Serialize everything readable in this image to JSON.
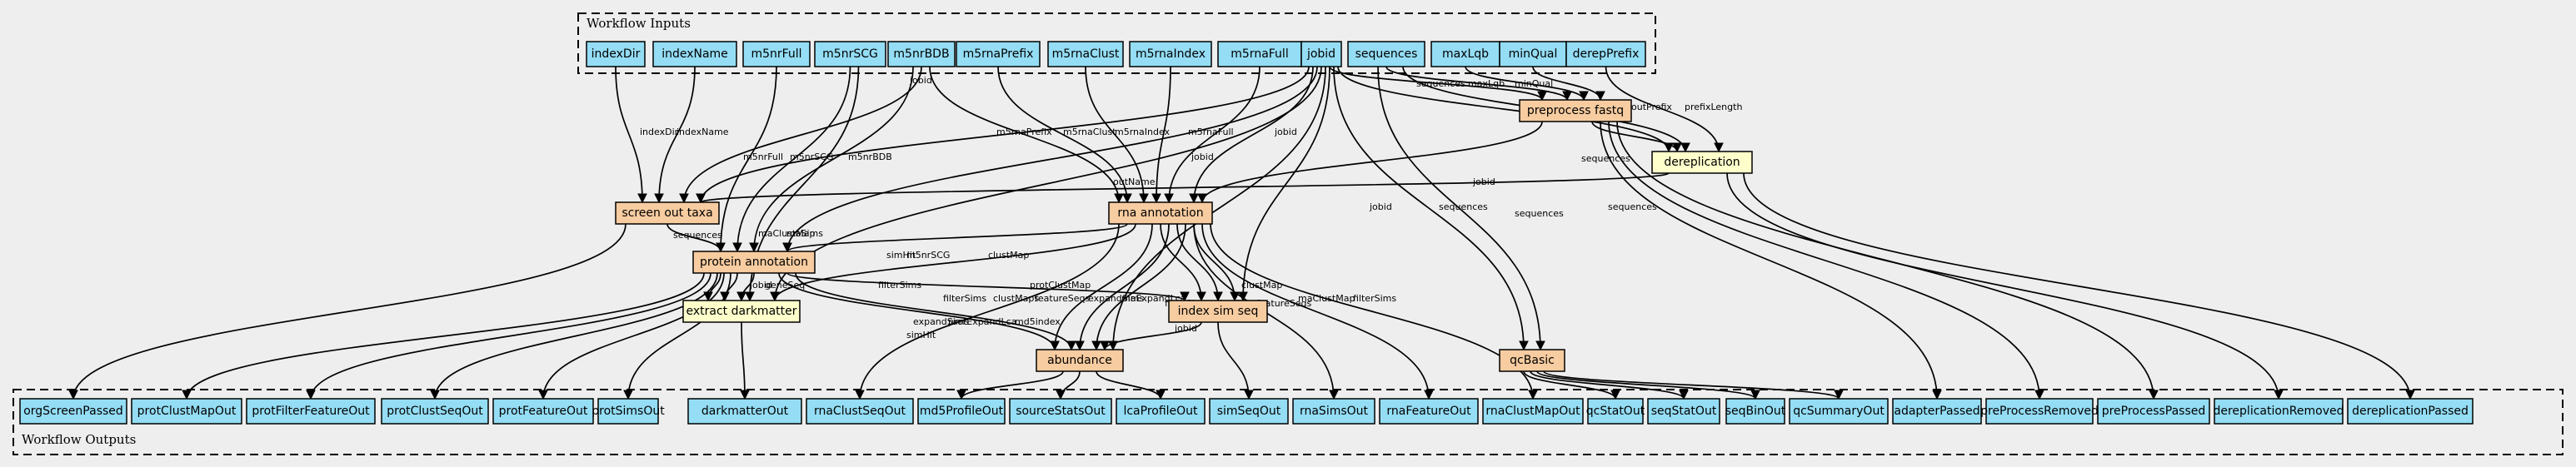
{
  "inputs_title": "Workflow Inputs",
  "outputs_title": "Workflow Outputs",
  "inputs": [
    "indexDir",
    "indexName",
    "m5nrFull",
    "m5nrSCG",
    "m5nrBDB",
    "m5rnaPrefix",
    "m5rnaClust",
    "m5rnaIndex",
    "m5rnaFull",
    "jobid",
    "sequences",
    "maxLqb",
    "minQual",
    "derepPrefix"
  ],
  "steps": {
    "preprocess": "preprocess fastq",
    "dereplication": "dereplication",
    "screen": "screen out taxa",
    "rna": "rna annotation",
    "protein": "protein annotation",
    "darkmatter": "extract darkmatter",
    "indexsim": "index sim seq",
    "abundance": "abundance",
    "qcbasic": "qcBasic"
  },
  "outputs": [
    "orgScreenPassed",
    "protClustMapOut",
    "protFilterFeatureOut",
    "protClustSeqOut",
    "protFeatureOut",
    "protSimsOut",
    "darkmatterOut",
    "rnaClustSeqOut",
    "md5ProfileOut",
    "sourceStatsOut",
    "lcaProfileOut",
    "simSeqOut",
    "rnaSimsOut",
    "rnaFeatureOut",
    "rnaClustMapOut",
    "qcStatOut",
    "seqStatOut",
    "seqBinOut",
    "qcSummaryOut",
    "adapterPassed",
    "preProcessRemoved",
    "preProcessPassed",
    "dereplicationRemoved",
    "dereplicationPassed"
  ],
  "edge_labels": [
    "indexDir",
    "indexName",
    "m5nrFull",
    "m5nrSCG",
    "m5nrBDB",
    "jobid",
    "m5rnaPrefix",
    "m5rnaClust",
    "m5rnaIndex",
    "m5rnaFull",
    "jobid",
    "sequences",
    "maxLqb",
    "minQual",
    "jobid",
    "outPrefix",
    "prefixLength",
    "sequences",
    "sequences",
    "sequences",
    "outName",
    "sequences",
    "maClustMap",
    "maSims",
    "clustMap",
    "simHit",
    "geneSeq",
    "jobid",
    "m5nrSCG",
    "simHit",
    "clustMap",
    "filterSims",
    "clustMaps",
    "featureSeqs",
    "expandSims",
    "maExpandLca",
    "maClustMap",
    "filterSims",
    "filterSims",
    "clustMaps",
    "featureSeqs",
    "protClustMap",
    "filterSims",
    "expandSims",
    "protExpandLca",
    "md5index",
    "jobid",
    "jobid",
    "sequences",
    "jobid"
  ]
}
